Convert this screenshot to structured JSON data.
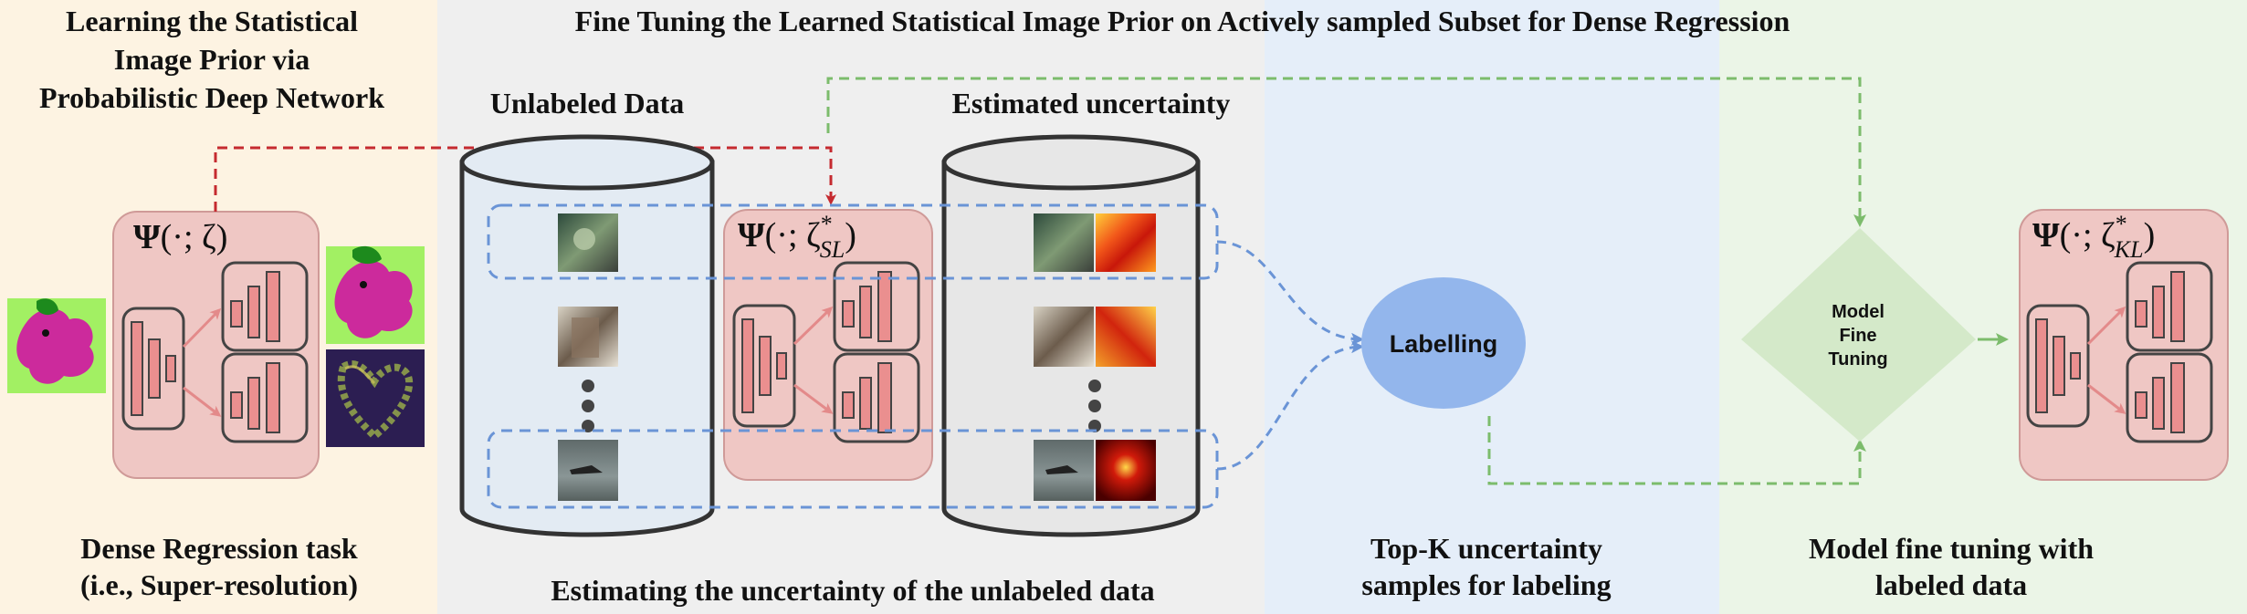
{
  "panels": {
    "left": {
      "title_lines": [
        "Learning the Statistical",
        "Image Prior via",
        "Probabilistic Deep Network"
      ],
      "bottom_lines": [
        "Dense Regression task",
        "(i.e., Super-resolution)"
      ]
    },
    "top_title": "Fine Tuning the Learned Statistical Image Prior on Actively sampled Subset for Dense Regression",
    "unlabeled_label": "Unlabeled Data",
    "uncertainty_label": "Estimated uncertainty",
    "middle_bottom": "Estimating the uncertainty of the unlabeled data",
    "topk_lines": [
      "Top-K uncertainty",
      "samples for labeling"
    ],
    "finetune_lines": [
      "Model fine tuning with",
      "labeled data"
    ]
  },
  "models": {
    "pretrained": {
      "symbol": "Ψ",
      "args": "(·; ζ)"
    },
    "sampling": {
      "symbol": "Ψ",
      "args": "(·; ζ",
      "sup": "*",
      "sub": "SL",
      "close": ")"
    },
    "finetuned": {
      "symbol": "Ψ",
      "args": "(·; ζ",
      "sup": "*",
      "sub": "KL",
      "close": ")"
    }
  },
  "nodes": {
    "labelling": "Labelling",
    "decision_lines": [
      "Model",
      "Fine",
      "Tuning"
    ]
  },
  "colors": {
    "left_panel_bg": "#fdf3e2",
    "middle_panel_bg": "#efefef",
    "labelling_panel_bg": "#e5eef9",
    "finetune_panel_bg": "#ebf5e7",
    "model_box_fill": "#efc7c4",
    "model_box_stroke": "#cf9a98",
    "layer_fill": "#ea8f8f",
    "red_dashed_arrow": "#c52a2f",
    "green_dashed_arrow": "#7cbc6c",
    "blue_dashed_arrow": "#6a94d6",
    "labelling_fill": "#93b6ec",
    "decision_fill": "#d4e9c9",
    "magenta_blob": "#cc2a9c",
    "lime_background": "#a2f063"
  },
  "icons": [
    "cylinder-icon",
    "network-icon",
    "ellipsis-dots-icon",
    "arrow-icon"
  ]
}
